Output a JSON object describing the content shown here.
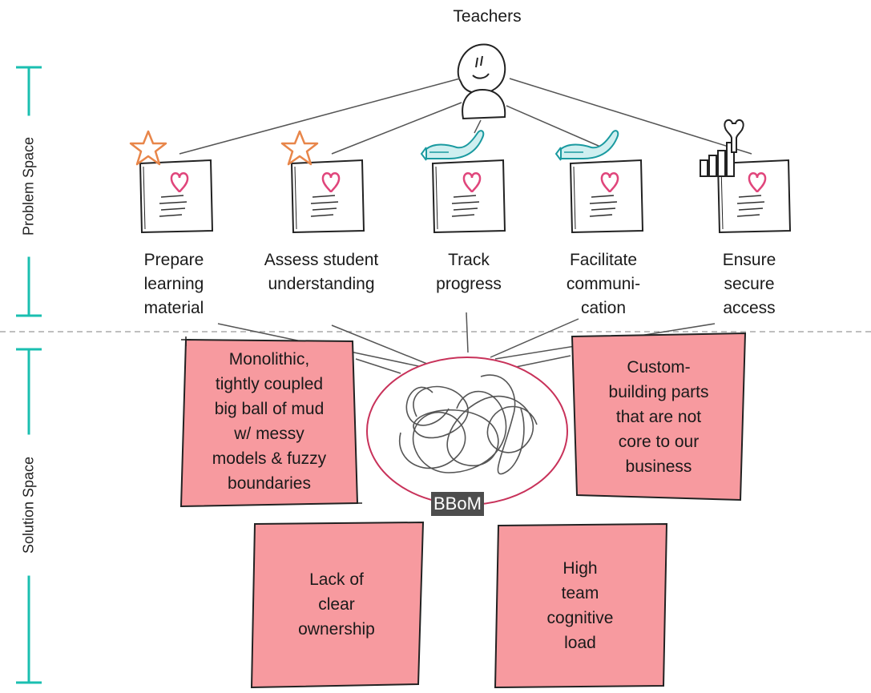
{
  "actor": {
    "label": "Teachers",
    "icon": "teacher-person-icon"
  },
  "space_labels": {
    "problem": "Problem Space",
    "solution": "Solution Space"
  },
  "needs": [
    {
      "label": "Prepare\nlearning\nmaterial",
      "badge_icon": "star-icon"
    },
    {
      "label": "Assess student\nunderstanding",
      "badge_icon": "star-icon"
    },
    {
      "label": "Track\nprogress",
      "badge_icon": "supporting-hand-icon"
    },
    {
      "label": "Facilitate\ncommuni-\ncation",
      "badge_icon": "supporting-hand-icon"
    },
    {
      "label": "Ensure\nsecure\naccess",
      "badge_icon": "generic-tools-icon"
    }
  ],
  "center": {
    "label": "BBoM",
    "icon": "tangled-mess-icon"
  },
  "problems": [
    {
      "text": "Monolithic,\ntightly coupled\nbig ball of mud\nw/ messy\nmodels & fuzzy\nboundaries"
    },
    {
      "text": "Custom-\nbuilding parts\nthat are not\ncore to our\nbusiness"
    },
    {
      "text": "Lack of\nclear\nownership"
    },
    {
      "text": "High\nteam\ncognitive\nload"
    }
  ],
  "colors": {
    "accent": "#1abfb0",
    "sticky": "#f79a9f",
    "heart": "#e0457b",
    "star": "#e8864a",
    "ellipse": "#c8325a"
  }
}
